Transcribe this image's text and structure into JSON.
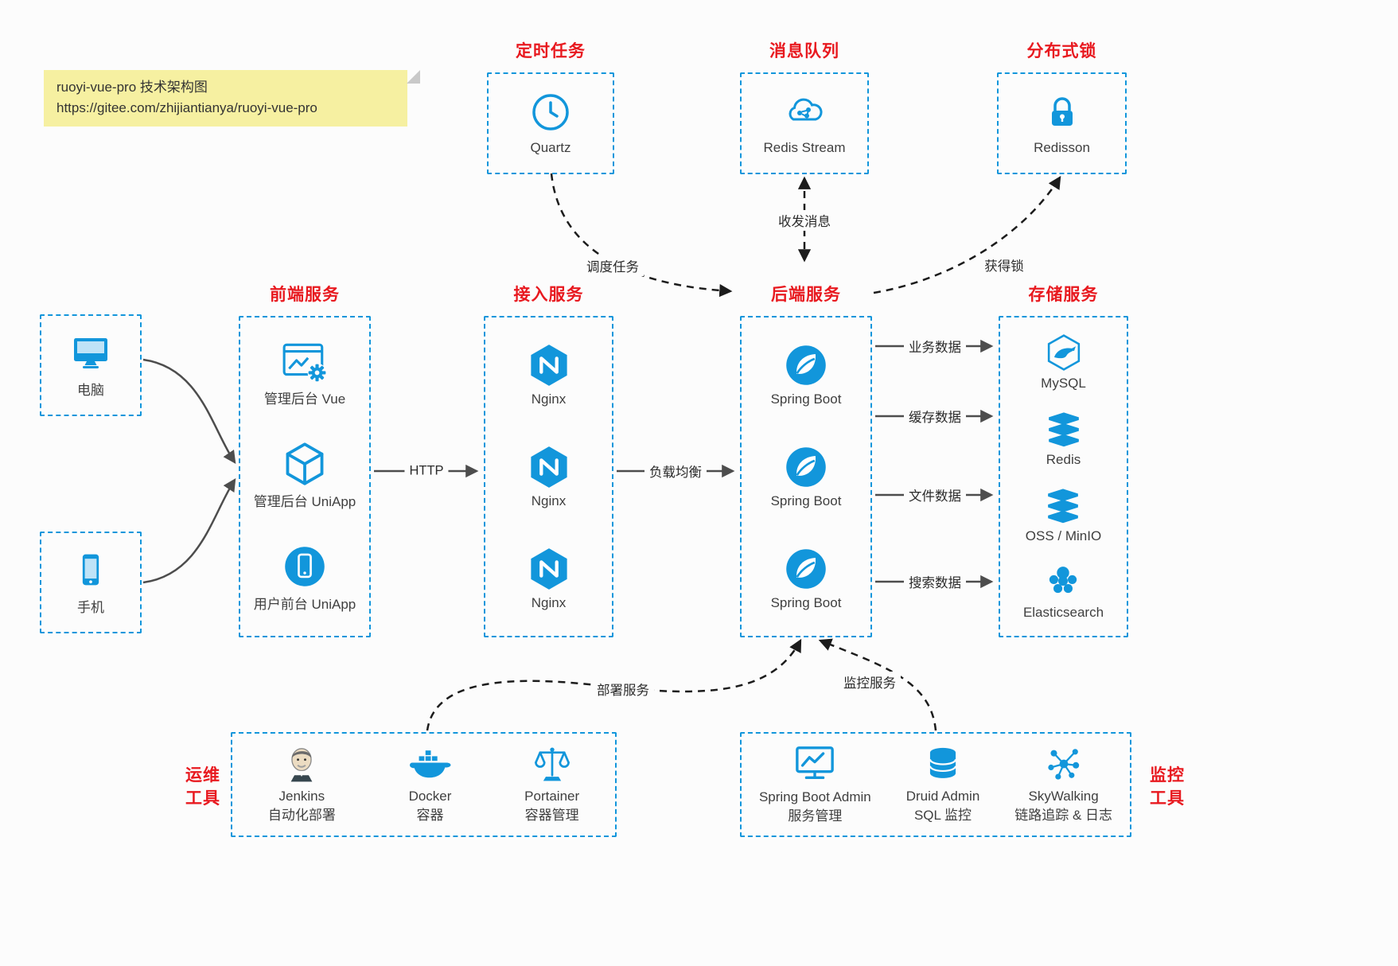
{
  "colors": {
    "accent_blue": "#1296db",
    "title_red": "#e8191f",
    "note_yellow": "#f6f0a1"
  },
  "note": {
    "line1": "ruoyi-vue-pro 技术架构图",
    "line2": "https://gitee.com/zhijiantianya/ruoyi-vue-pro"
  },
  "top_services": [
    {
      "title": "定时任务",
      "label": "Quartz"
    },
    {
      "title": "消息队列",
      "label": "Redis Stream"
    },
    {
      "title": "分布式锁",
      "label": "Redisson"
    }
  ],
  "clients": [
    {
      "label": "电脑"
    },
    {
      "label": "手机"
    }
  ],
  "columns": {
    "frontend": {
      "title": "前端服务",
      "items": [
        {
          "label": "管理后台 Vue"
        },
        {
          "label": "管理后台 UniApp"
        },
        {
          "label": "用户前台 UniApp"
        }
      ]
    },
    "gateway": {
      "title": "接入服务",
      "items": [
        {
          "label": "Nginx"
        },
        {
          "label": "Nginx"
        },
        {
          "label": "Nginx"
        }
      ]
    },
    "backend": {
      "title": "后端服务",
      "items": [
        {
          "label": "Spring Boot"
        },
        {
          "label": "Spring Boot"
        },
        {
          "label": "Spring Boot"
        }
      ]
    },
    "storage": {
      "title": "存储服务",
      "items": [
        {
          "label": "MySQL"
        },
        {
          "label": "Redis"
        },
        {
          "label": "OSS / MinIO"
        },
        {
          "label": "Elasticsearch"
        }
      ]
    }
  },
  "edges": {
    "http": "HTTP",
    "load_balance": "负载均衡",
    "schedule_task": "调度任务",
    "send_receive_msg": "收发消息",
    "acquire_lock": "获得锁",
    "business_data": "业务数据",
    "cache_data": "缓存数据",
    "file_data": "文件数据",
    "search_data": "搜索数据",
    "deploy_service": "部署服务",
    "monitor_service": "监控服务"
  },
  "ops_tools": {
    "side_label_line1": "运维",
    "side_label_line2": "工具",
    "items": [
      {
        "name": "Jenkins",
        "desc": "自动化部署"
      },
      {
        "name": "Docker",
        "desc": "容器"
      },
      {
        "name": "Portainer",
        "desc": "容器管理"
      }
    ]
  },
  "monitor_tools": {
    "side_label_line1": "监控",
    "side_label_line2": "工具",
    "items": [
      {
        "name": "Spring Boot Admin",
        "desc": "服务管理"
      },
      {
        "name": "Druid Admin",
        "desc": "SQL 监控"
      },
      {
        "name": "SkyWalking",
        "desc": "链路追踪 & 日志"
      }
    ]
  }
}
